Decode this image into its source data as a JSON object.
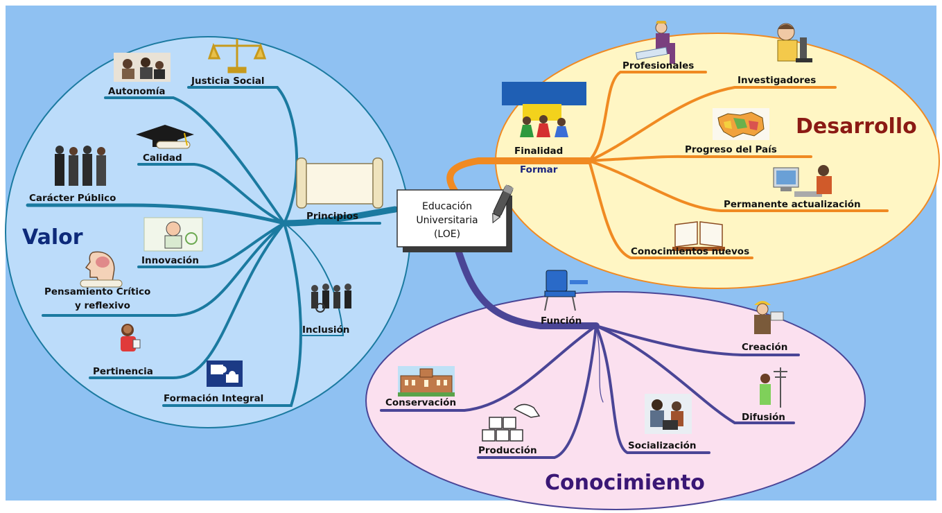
{
  "center": {
    "lines": [
      "Educación",
      "Universitaria",
      "(LOE)"
    ]
  },
  "valor": {
    "title": "Valor",
    "hub": "Principios",
    "inclusion": "Inclusión",
    "items": {
      "autonomia": "Autonomía",
      "justicia": "Justicia Social",
      "calidad": "Calidad",
      "caracter": "Carácter Público",
      "innovacion": "Innovación",
      "pensamiento_1": "Pensamiento Crítico",
      "pensamiento_2": "y reflexivo",
      "pertinencia": "Pertinencia",
      "formacion": "Formación Integral"
    }
  },
  "desarrollo": {
    "title": "Desarrollo",
    "hub": "Finalidad",
    "sub": "Formar",
    "items": {
      "profesionales": "Profesionales",
      "investigadores": "Investigadores",
      "progreso": "Progreso del País",
      "permanente": "Permanente actualización",
      "conocimientos": "Conocimientos nuevos"
    }
  },
  "conocimiento": {
    "title": "Conocimiento",
    "hub": "Función",
    "items": {
      "creacion": "Creación",
      "difusion": "Difusión",
      "socializacion": "Socialización",
      "produccion": "Producción",
      "conservacion": "Conservación"
    }
  },
  "colors": {
    "background": "#8fc1f2",
    "valor_region": "#bcdcfa",
    "valor_branch": "#1b7aa0",
    "desarrollo_region": "#fff6c4",
    "desarrollo_branch": "#f08a22",
    "conocimiento_region": "#fbe0ef",
    "conocimiento_branch": "#4a4596",
    "valor_title": "#0d2a7a",
    "desarrollo_title": "#8b1a14",
    "conocimiento_title": "#3a1775"
  }
}
